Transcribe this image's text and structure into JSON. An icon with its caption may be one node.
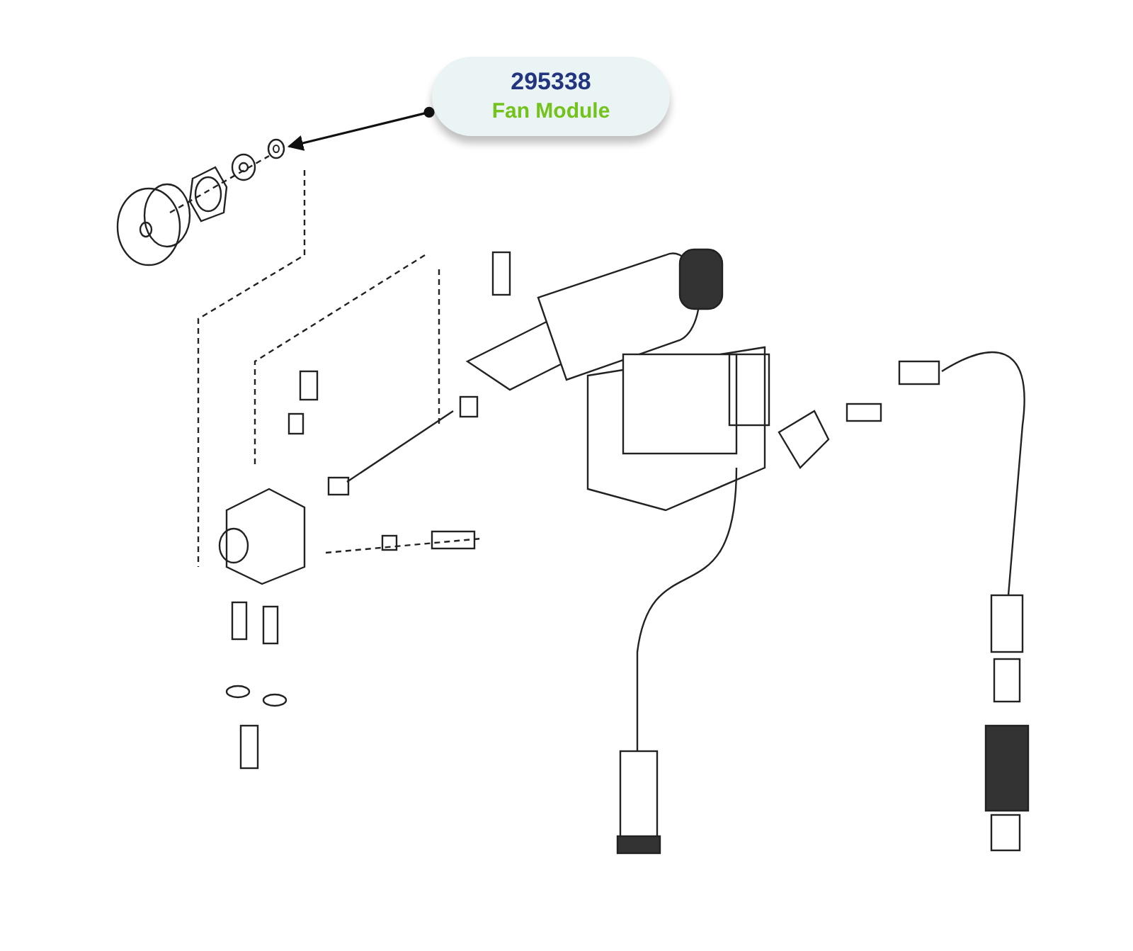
{
  "diagram": {
    "nodes": [
      {
        "text": [
          "295338",
          "Fan Module"
        ]
      },
      {
        "text": [],
        "shape": "picture"
      }
    ],
    "edges": [
      {
        "from": 0,
        "to": 1,
        "arrow": "to"
      }
    ]
  }
}
